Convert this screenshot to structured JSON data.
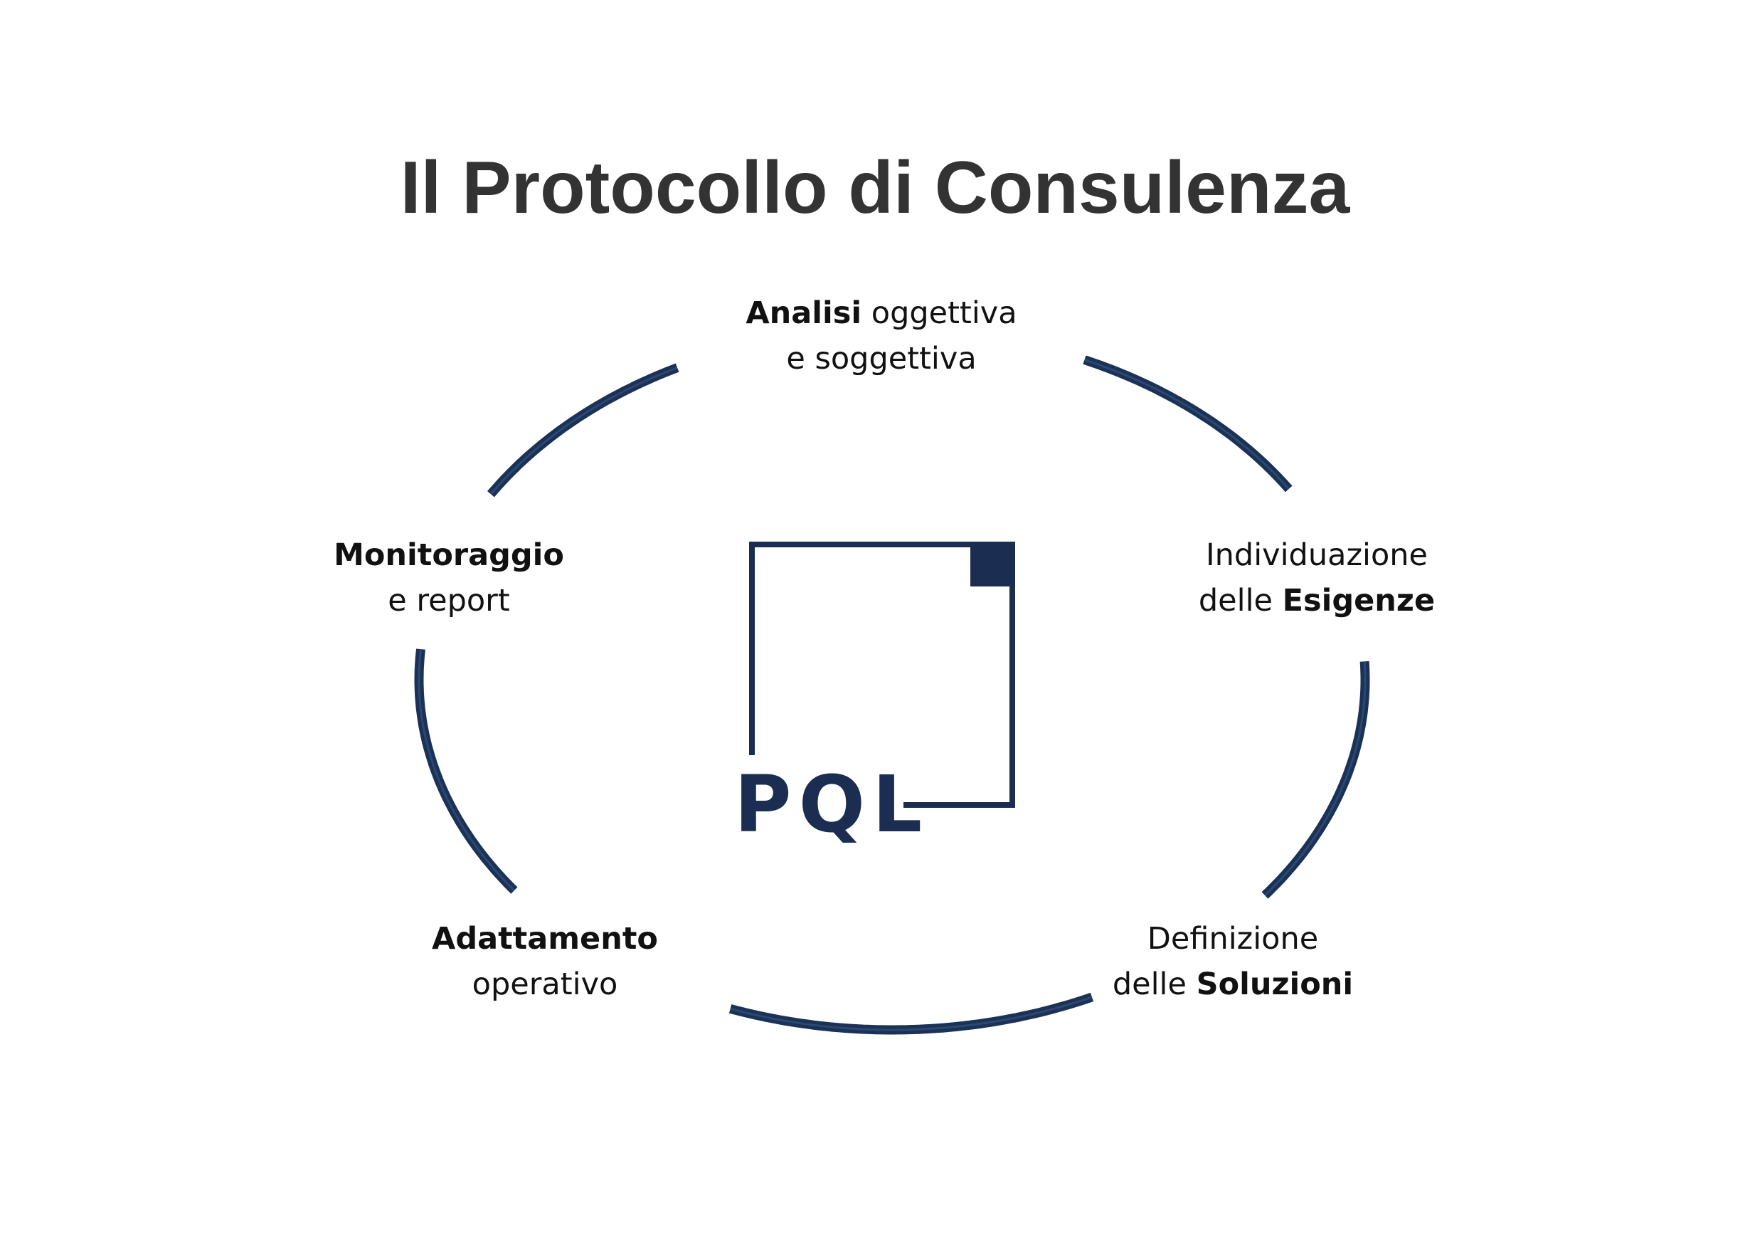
{
  "title": "Il Protocollo di Consulenza",
  "colors": {
    "ring": "#1b3257",
    "logo": "#1b2e52",
    "title": "#333333",
    "text": "#111111"
  },
  "logo": {
    "text": "PQL"
  },
  "steps": [
    {
      "id": "analisi",
      "line1_bold": "Analisi",
      "line1_rest": " oggettiva",
      "line2_pre": "e soggettiva",
      "line2_bold": ""
    },
    {
      "id": "esigenze",
      "line1_bold": "",
      "line1_rest": "Individuazione",
      "line2_pre": "delle ",
      "line2_bold": "Esigenze"
    },
    {
      "id": "soluzioni",
      "line1_bold": "",
      "line1_rest": "Definizione",
      "line2_pre": "delle ",
      "line2_bold": "Soluzioni"
    },
    {
      "id": "adattamento",
      "line1_bold": "Adattamento",
      "line1_rest": "",
      "line2_pre": "operativo",
      "line2_bold": ""
    },
    {
      "id": "monitoraggio",
      "line1_bold": "Monitoraggio",
      "line1_rest": "",
      "line2_pre": "e report",
      "line2_bold": ""
    }
  ]
}
